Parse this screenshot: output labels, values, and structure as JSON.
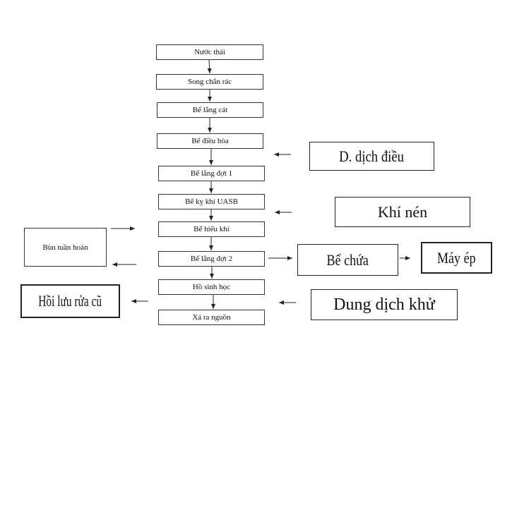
{
  "main_flow": [
    "Nước thải",
    "Song chắn rác",
    "Bể lắng cát",
    "Bể điều hòa",
    "Bể lắng đợt 1",
    "Bể kỵ khí UASB",
    "Bể hiếu khí",
    "Bể lắng đợt 2",
    "Hồ sinh học",
    "Xả ra nguồn"
  ],
  "side": {
    "dung_dich_dieu": "D. dịch điều",
    "khi_nen": "Khí nén",
    "bun_tuan_hoan": "Bùn tuần hoàn",
    "be_chua": "Bể chứa",
    "may_ep": "Máy ép",
    "hoi_luu": "Hồi lưu rửa cũ",
    "dung_dich_khu": "Dung dịch khử"
  }
}
